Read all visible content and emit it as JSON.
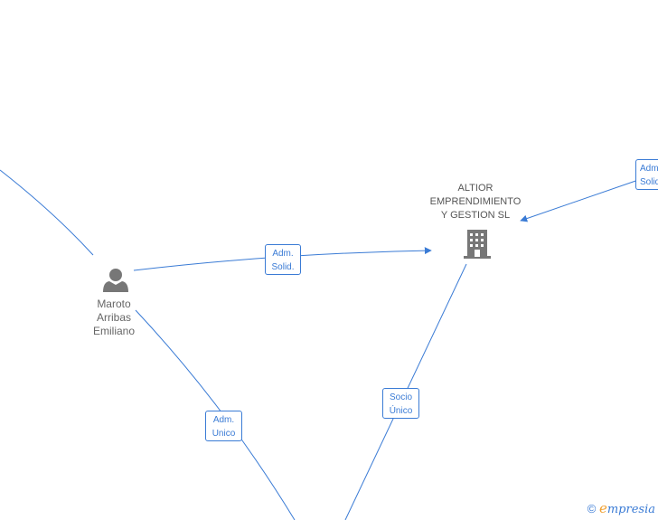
{
  "colors": {
    "edge": "#3a7bd5",
    "icon": "#777777",
    "label": "#666666",
    "brand_accent": "#f0a030"
  },
  "nodes": {
    "person": {
      "label": "Maroto\nArribas\nEmiliano",
      "icon": "person-icon"
    },
    "company": {
      "label": "ALTIOR\nEMPRENDIMIENTO\nY GESTION  SL",
      "icon": "building-icon"
    }
  },
  "edges": [
    {
      "label": "Adm.\nSolid."
    },
    {
      "label": "Adm.\nUnico"
    },
    {
      "label": "Socio\nÚnico"
    },
    {
      "label": "Adm.\nSolid."
    }
  ],
  "footer": {
    "copyright": "©",
    "brand_first": "e",
    "brand_rest": "mpresia"
  }
}
